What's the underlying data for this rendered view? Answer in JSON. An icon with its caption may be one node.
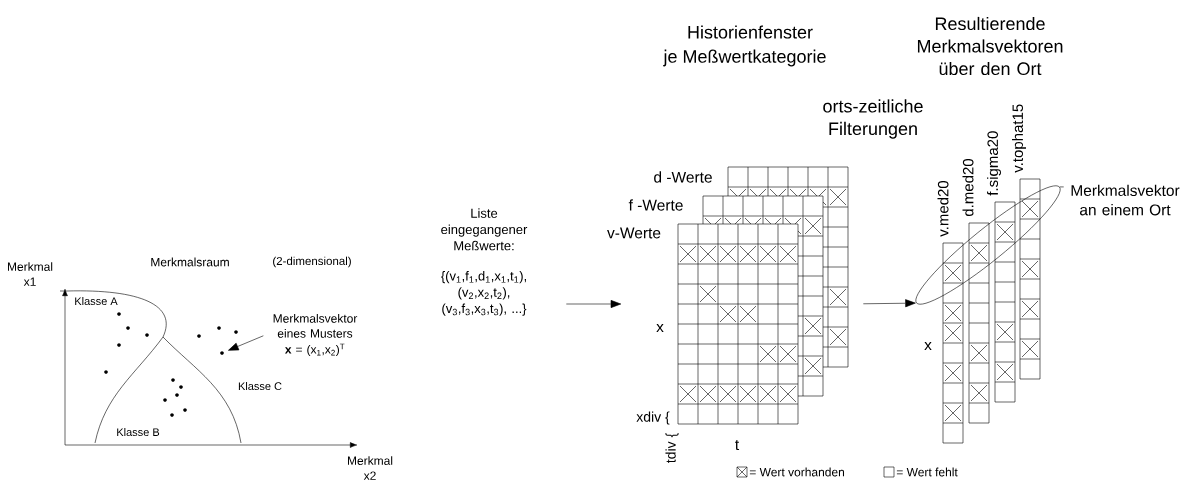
{
  "diagram": {
    "nodes": [
      {
        "text": [
          "Liste eingegangener Meßwerte:",
          "{(v$_{1}$,f$_{1}$,d$_{1}$,x$_{1}$,t$_{1}$), (v$_{2}$,x$_{2}$,t$_{2}$), (v$_{3}$,f$_{3}$,x$_{3}$,t$_{3}$), ...}"
        ]
      },
      {
        "text": [],
        "shape": "picture"
      },
      {
        "text": [],
        "shape": "ellipse"
      },
      {
        "text": [
          "Merkmalsvektor an einem Ort"
        ]
      },
      {
        "text": [
          "Merkmalsvektor eines Musters",
          "**x** = (x$_{1}$,x$_{2}$)$^{T}$"
        ]
      },
      {
        "text": [],
        "shape": "circle"
      }
    ],
    "edges": [
      {
        "from": 0,
        "to": 1,
        "arrow": "to"
      },
      {
        "from": 1,
        "to": 2,
        "arrow": "to"
      },
      {
        "from": 3,
        "to": 2,
        "arrow": "none"
      },
      {
        "from": 4,
        "to": 5,
        "arrow": "to"
      }
    ],
    "labels": [
      "Merkmal x1",
      "Merkmalsraum",
      "(2-dimensional)",
      "Klasse A",
      "Klasse B",
      "Klasse C",
      "Merkmal x2",
      "Historienfenster",
      "je Meßwertkategorie",
      "orts-zeitliche Filterungen",
      "Resultierende Merkmalsvektoren über den Ort",
      "d -Werte",
      "f -Werte",
      "v-Werte",
      "x",
      "xdiv {",
      "tdiv {",
      "t",
      "v.med20",
      "d.med20",
      "f.sigma20",
      "v.tophat15",
      "x"
    ],
    "legend": [
      {
        "text": "= Wert vorhanden"
      },
      {
        "text": "= Wert fehlt"
      }
    ]
  }
}
